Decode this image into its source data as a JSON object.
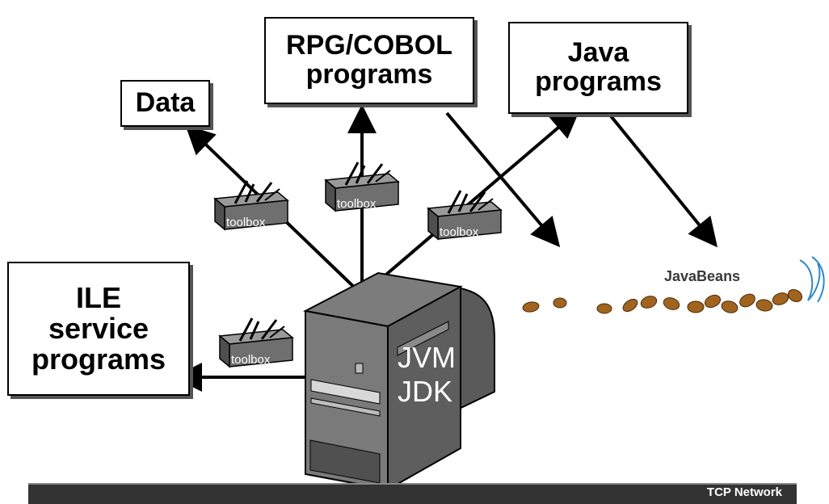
{
  "boxes": {
    "data": [
      "Data"
    ],
    "rpg_cobol": [
      "RPG/COBOL",
      "programs"
    ],
    "java": [
      "Java",
      "programs"
    ],
    "ile": [
      "ILE",
      "service",
      "programs"
    ]
  },
  "server": {
    "line1": "JVM",
    "line2": "JDK"
  },
  "toolbox_label": "toolbox",
  "javabeans_label": "JavaBeans",
  "network_label": "TCP Network",
  "colors": {
    "server_body": "#6b6b6b",
    "bean": "#a0641e",
    "bar": "#333333"
  }
}
